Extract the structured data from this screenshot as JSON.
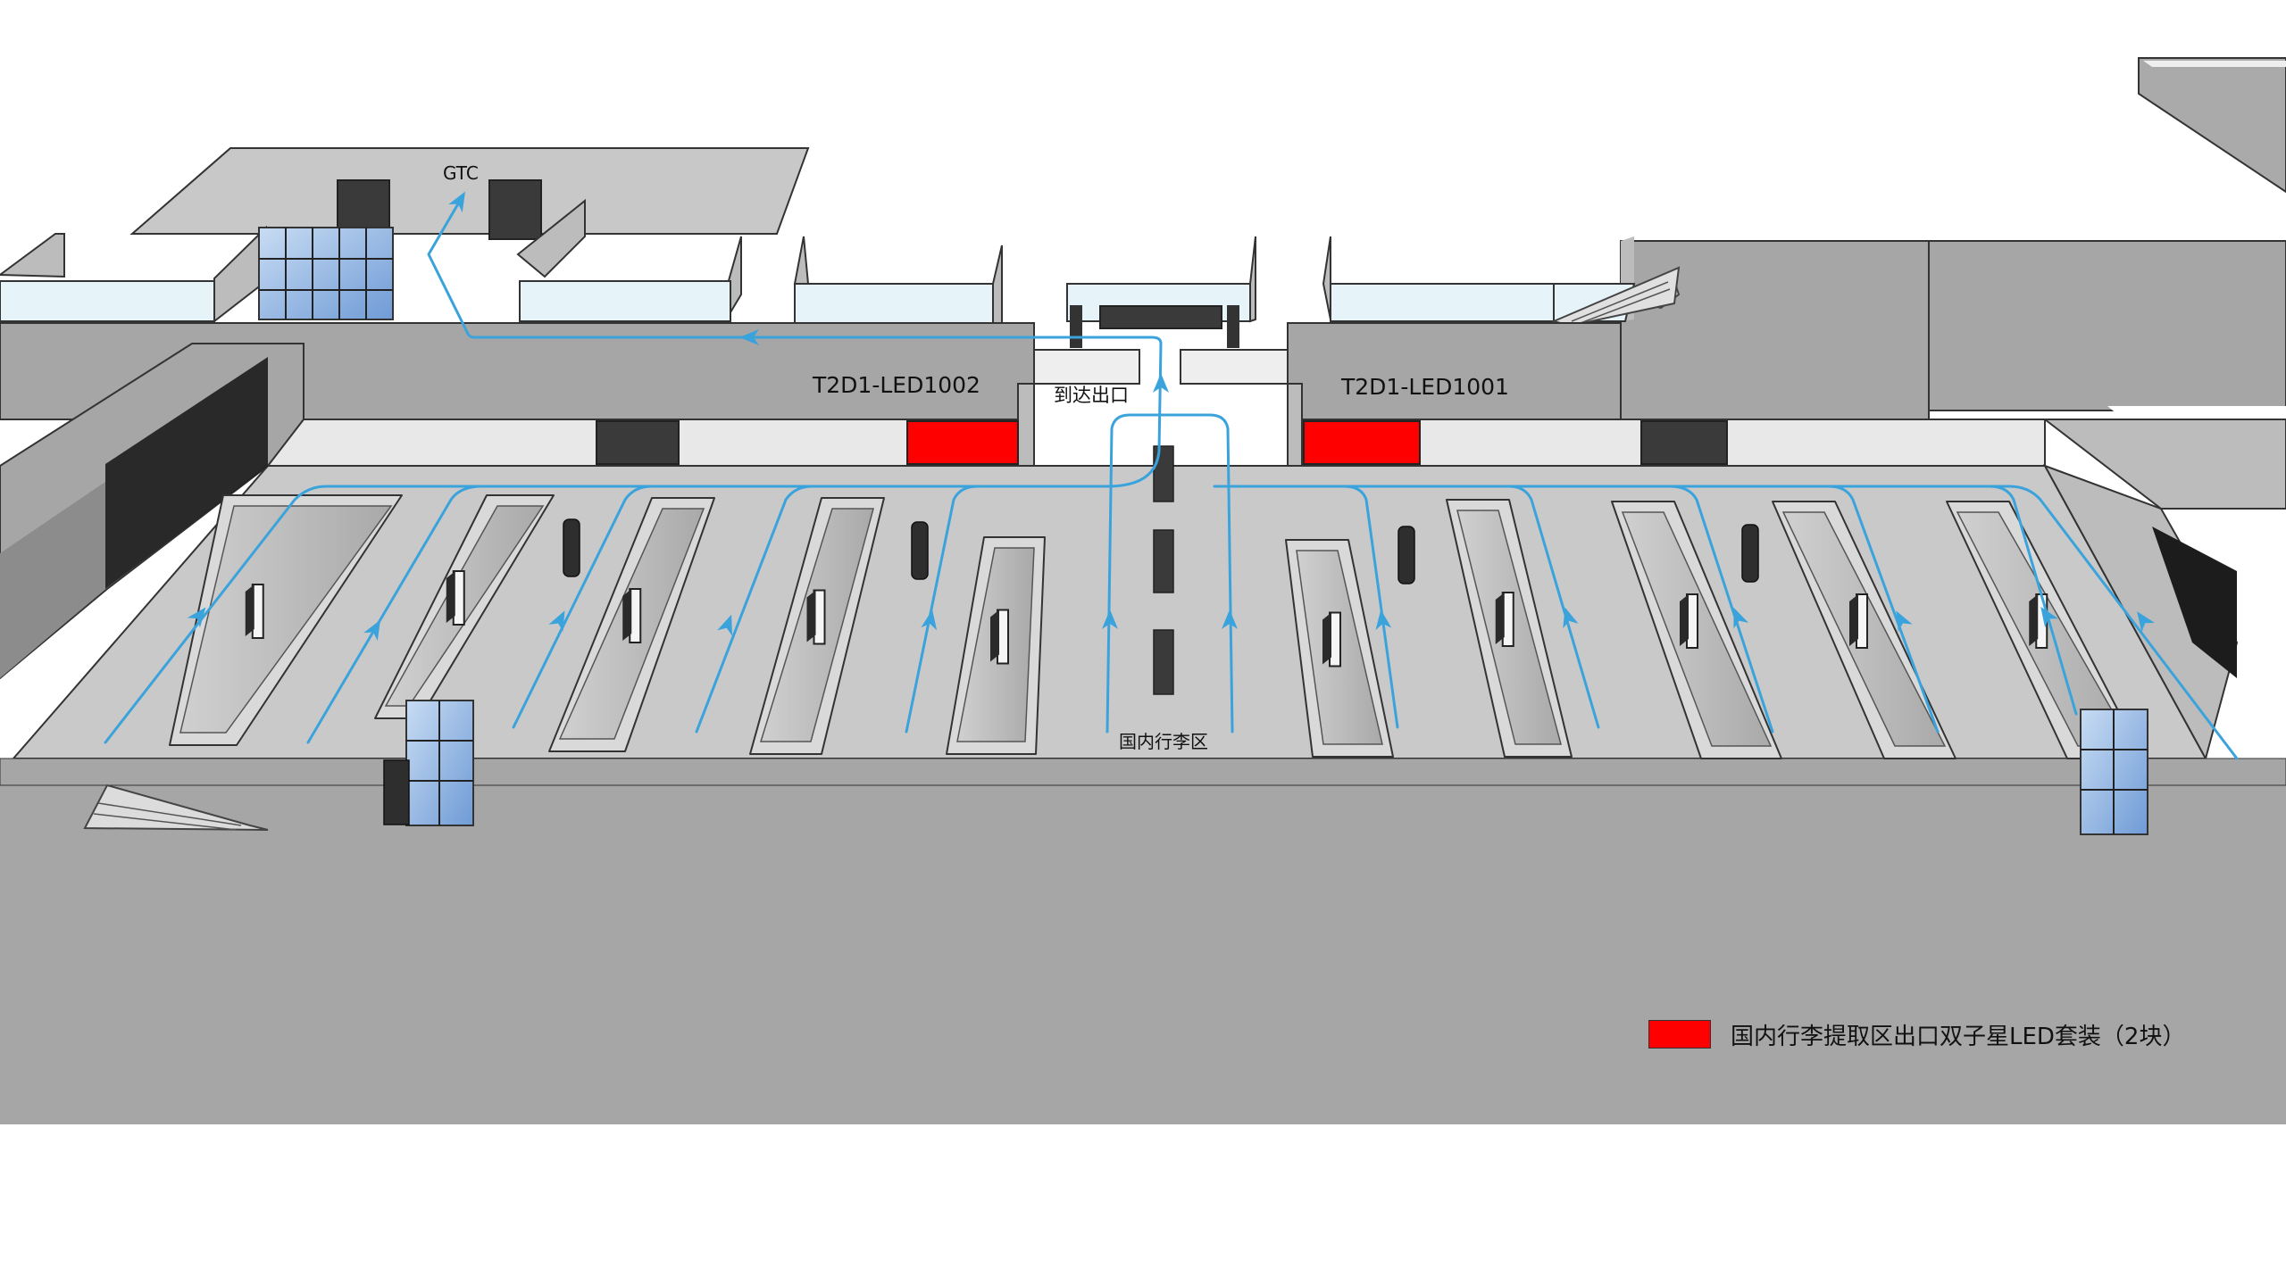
{
  "labels": {
    "gtc": "GTC",
    "arrival_exit": "到达出口",
    "baggage_area": "国内行李区",
    "led_left": "T2D1-LED1002",
    "led_right": "T2D1-LED1001"
  },
  "legend": {
    "text": "国内行李提取区出口双子星LED套装（2块）",
    "swatch_color": "#ff0000"
  },
  "colors": {
    "flow_line": "#3ba3dc",
    "led_panel": "#ff0000",
    "floor": "#c9c9c9",
    "ground": "#a6a6a6",
    "wall_top": "#a8a8a8",
    "glass": "#e6f4fa",
    "dark_panel": "#3a3a3a"
  },
  "icons": {
    "flow_arrow": "arrow-head-icon",
    "elevator": "glass-elevator-icon",
    "escalator": "escalator-icon"
  }
}
